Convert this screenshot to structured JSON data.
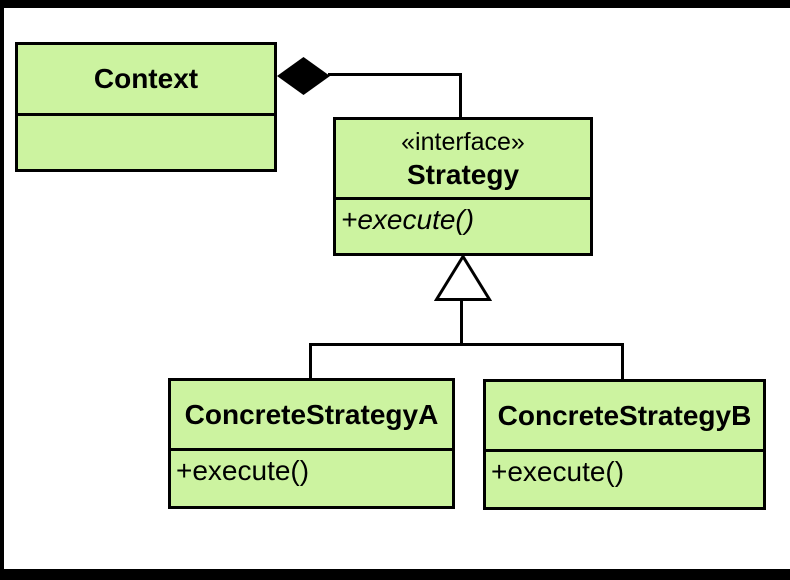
{
  "colors": {
    "fill": "#ccf3a0",
    "line": "#000000",
    "canvas": "#ffffff"
  },
  "classes": {
    "context": {
      "name": "Context",
      "methods": []
    },
    "strategy": {
      "stereotype": "«interface»",
      "name": "Strategy",
      "methods": [
        "+execute()"
      ]
    },
    "concrete_a": {
      "name": "ConcreteStrategyA",
      "methods": [
        "+execute()"
      ]
    },
    "concrete_b": {
      "name": "ConcreteStrategyB",
      "methods": [
        "+execute()"
      ]
    }
  },
  "relationships": [
    {
      "type": "composition",
      "from": "Context",
      "to": "Strategy",
      "marker": "filled-diamond"
    },
    {
      "type": "realization",
      "from": "ConcreteStrategyA",
      "to": "Strategy",
      "marker": "hollow-triangle"
    },
    {
      "type": "realization",
      "from": "ConcreteStrategyB",
      "to": "Strategy",
      "marker": "hollow-triangle"
    }
  ]
}
